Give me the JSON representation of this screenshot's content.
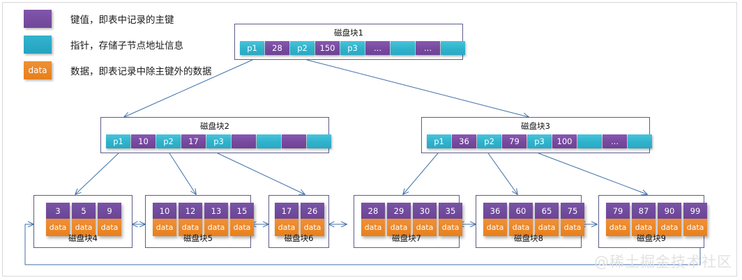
{
  "legend": [
    {
      "swatch": "key",
      "swatch_label": "",
      "text": "键值，即表中记录的主键",
      "color": "#7a4e9e"
    },
    {
      "swatch": "pointer",
      "swatch_label": "",
      "text": "指针，存储子节点地址信息",
      "color": "#2aa8c4"
    },
    {
      "swatch": "data",
      "swatch_label": "data",
      "text": "数据，即表记录中除主键外的数据",
      "color": "#e8882a"
    }
  ],
  "root": {
    "title": "磁盘块1",
    "cells": [
      {
        "type": "pointer",
        "label": "p1"
      },
      {
        "type": "key",
        "label": "28"
      },
      {
        "type": "pointer",
        "label": "p2"
      },
      {
        "type": "key",
        "label": "150"
      },
      {
        "type": "pointer",
        "label": "p3"
      },
      {
        "type": "key",
        "label": "..."
      },
      {
        "type": "pointer",
        "label": ""
      },
      {
        "type": "key",
        "label": "..."
      },
      {
        "type": "pointer",
        "label": ""
      }
    ]
  },
  "internal": [
    {
      "title": "磁盘块2",
      "cells": [
        {
          "type": "pointer",
          "label": "p1"
        },
        {
          "type": "key",
          "label": "10"
        },
        {
          "type": "pointer",
          "label": "p2"
        },
        {
          "type": "key",
          "label": "17"
        },
        {
          "type": "pointer",
          "label": "p3"
        },
        {
          "type": "key",
          "label": ""
        },
        {
          "type": "pointer",
          "label": ""
        },
        {
          "type": "key",
          "label": ""
        },
        {
          "type": "pointer",
          "label": ""
        }
      ]
    },
    {
      "title": "磁盘块3",
      "cells": [
        {
          "type": "pointer",
          "label": "p1"
        },
        {
          "type": "key",
          "label": "36"
        },
        {
          "type": "pointer",
          "label": "p2"
        },
        {
          "type": "key",
          "label": "79"
        },
        {
          "type": "pointer",
          "label": "p3"
        },
        {
          "type": "key",
          "label": "100"
        },
        {
          "type": "pointer",
          "label": ""
        },
        {
          "type": "key",
          "label": "..."
        },
        {
          "type": "pointer",
          "label": ""
        }
      ]
    }
  ],
  "leaves": [
    {
      "title": "磁盘块4",
      "keys": [
        "3",
        "5",
        "9"
      ],
      "data_label": "data"
    },
    {
      "title": "磁盘块5",
      "keys": [
        "10",
        "12",
        "13",
        "15"
      ],
      "data_label": "data"
    },
    {
      "title": "磁盘块6",
      "keys": [
        "17",
        "26"
      ],
      "data_label": "data"
    },
    {
      "title": "磁盘块7",
      "keys": [
        "28",
        "29",
        "30",
        "35"
      ],
      "data_label": "data"
    },
    {
      "title": "磁盘块8",
      "keys": [
        "36",
        "60",
        "65",
        "75"
      ],
      "data_label": "data"
    },
    {
      "title": "磁盘块9",
      "keys": [
        "79",
        "87",
        "90",
        "99"
      ],
      "data_label": "data"
    }
  ],
  "watermark": "@稀土掘金技术社区",
  "colors": {
    "key_purple": "#6f4394",
    "pointer_cyan": "#2aa8c4",
    "data_orange": "#e87f1c",
    "arrow_blue": "#3f6fa8",
    "node_border": "#5b5b8a",
    "frame": "#d8d8d8"
  }
}
